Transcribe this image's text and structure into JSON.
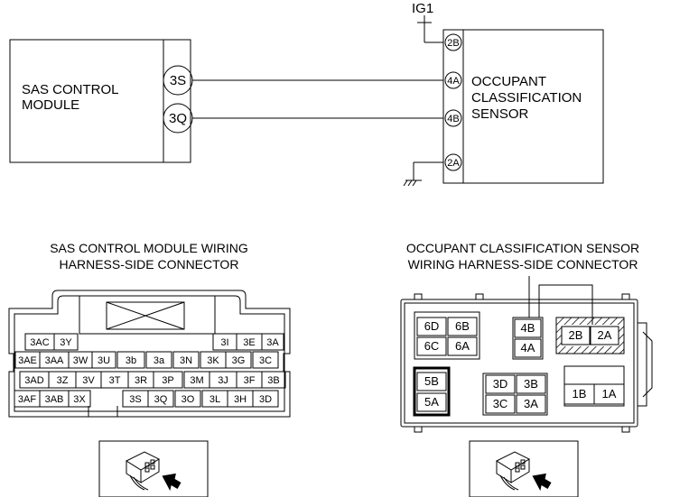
{
  "power_label": "IG1",
  "sas_module": {
    "label_line1": "SAS CONTROL",
    "label_line2": "MODULE",
    "pin_top": "3S",
    "pin_bottom": "3Q"
  },
  "ocs": {
    "label_line1": "OCCUPANT",
    "label_line2": "CLASSIFICATION",
    "label_line3": "SENSOR",
    "pins": [
      "2B",
      "4A",
      "4B",
      "2A"
    ]
  },
  "sas_connector": {
    "title_line1": "SAS CONTROL MODULE WIRING",
    "title_line2": "HARNESS-SIDE CONNECTOR",
    "rows": [
      [
        "3AC",
        "3Y",
        "",
        "",
        "",
        "",
        "",
        "3I",
        "3E",
        "3A"
      ],
      [
        "3AE",
        "3AA",
        "3W",
        "3U",
        "3b",
        "3a",
        "3N",
        "3K",
        "3G",
        "3C"
      ],
      [
        "3AD",
        "3Z",
        "3V",
        "3T",
        "3R",
        "3P",
        "3M",
        "3J",
        "3F",
        "3B"
      ],
      [
        "3AF",
        "3AB",
        "3X",
        "",
        "3S",
        "3Q",
        "3O",
        "3L",
        "3H",
        "3D"
      ]
    ]
  },
  "ocs_connector": {
    "title_line1": "OCCUPANT CLASSIFICATION SENSOR",
    "title_line2": "WIRING HARNESS-SIDE CONNECTOR",
    "group_6": [
      "6D",
      "6B",
      "6C",
      "6A"
    ],
    "group_4": [
      "4B",
      "4A"
    ],
    "group_2": [
      "2B",
      "2A"
    ],
    "group_5": [
      "5B",
      "5A"
    ],
    "group_3": [
      "3D",
      "3B",
      "3C",
      "3A"
    ],
    "group_1": [
      "1B",
      "1A"
    ]
  }
}
